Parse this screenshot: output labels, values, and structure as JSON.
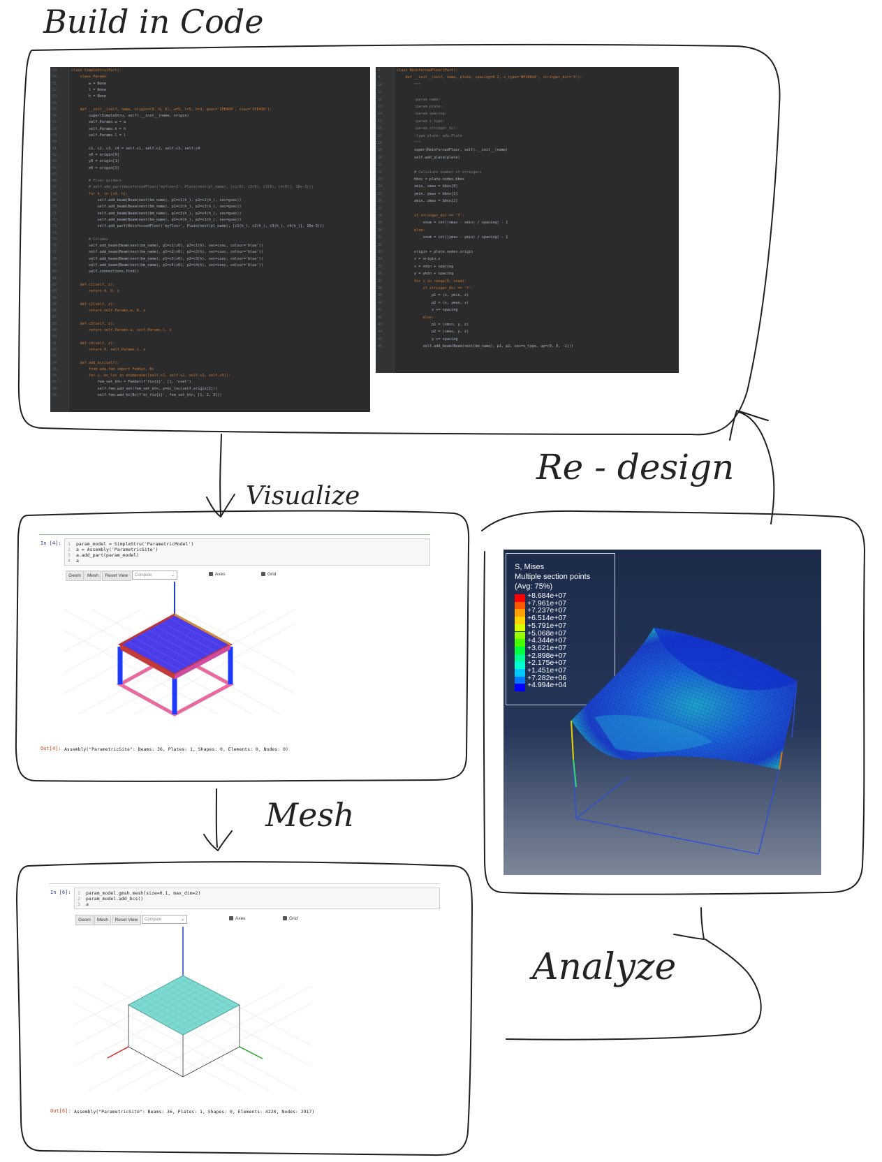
{
  "labels": {
    "build": "Build in Code",
    "visualize": "Visualize",
    "mesh": "Mesh",
    "analyze": "Analyze",
    "redesign": "Re - design"
  },
  "code_left": {
    "line_numbers": [
      "19",
      "50",
      "51",
      "52",
      "53",
      "54",
      "55",
      "56",
      "57",
      "58",
      "59",
      "60",
      "61",
      "62",
      "63",
      "64",
      "65",
      "66",
      "67",
      "68",
      "69",
      "70",
      "71",
      "72",
      "73",
      "74",
      "75",
      "76",
      "77",
      "78",
      "79",
      "80",
      "81",
      "82",
      "83",
      "84",
      "85",
      "86",
      "87",
      "88",
      "89",
      "90",
      "91",
      "92",
      "93",
      "94",
      "95",
      "96",
      "97",
      "98",
      "99"
    ],
    "lines": [
      "class SimpleStru(Part):",
      "    class Params:",
      "        w = None",
      "        l = None",
      "        h = None",
      "",
      "    def __init__(self, name, origin=(0, 0, 0), w=5, l=5, h=3, gsec='IPE400', csec='IPE400'):",
      "        super(SimpleStru, self).__init__(name, origin)",
      "        self.Params.w = w",
      "        self.Params.h = h",
      "        self.Params.l = l",
      "",
      "        c1, c2, c3, c4 = self.c1, self.c2, self.c3, self.c4",
      "        x0 = origin[0]",
      "        y0 = origin[1]",
      "        z0 = origin[2]",
      "",
      "        # Floor girders",
      "        # self.add_part(ReinforcedFloor('myfloor2', Plate(next(pl_name), [c1(0), c2(0), c3(0), c4(0)], 10e-3)))",
      "        for h_ in [z0, h]:",
      "            self.add_beam(Beam(next(bm_name), p1=c1(h_), p2=c2(h_), sec=gsec))",
      "            self.add_beam(Beam(next(bm_name), p1=c2(h_), p2=c3(h_), sec=gsec))",
      "            self.add_beam(Beam(next(bm_name), p1=c3(h_), p2=c4(h_), sec=gsec))",
      "            self.add_beam(Beam(next(bm_name), p1=c4(h_), p2=c1(h_), sec=gsec))",
      "            self.add_part(ReinforcedFloor('myfloor', Plate(next(pl_name), [c1(h_), c2(h_), c3(h_), c4(h_)], 10e-3)))",
      "",
      "        # Columns",
      "        self.add_beam(Beam(next(bm_name), p1=c1(z0), p2=c1(h), sec=csec, colour='blue'))",
      "        self.add_beam(Beam(next(bm_name), p1=c2(z0), p2=c2(h), sec=csec, colour='blue'))",
      "        self.add_beam(Beam(next(bm_name), p1=c3(z0), p2=c3(h), sec=csec, colour='blue'))",
      "        self.add_beam(Beam(next(bm_name), p1=c4(z0), p2=c4(h), sec=csec, colour='blue'))",
      "        self.connections.find()",
      "",
      "    def c1(self, z):",
      "        return 0, 0, z",
      "",
      "    def c2(self, z):",
      "        return self.Params.w, 0, z",
      "",
      "    def c3(self, z):",
      "        return self.Params.w, self.Params.l, z",
      "",
      "    def c4(self, z):",
      "        return 0, self.Params.l, z",
      "",
      "    def add_bcs(self):",
      "        from ada.fem import FemSet, Bc",
      "        for i, bc_loc in enumerate([self.c1, self.c2, self.c3, self.c4]):",
      "            fem_set_btn = FemSet(f'fix{i}', [], 'nset')",
      "            self.fem.add_set(fem_set_btn, p=bc_loc(self.origin[2]))",
      "            self.fem.add_bc(Bc(f'bc_fix{i}', fem_set_btn, [1, 2, 3]))"
    ]
  },
  "code_right": {
    "line_numbers": [
      "8",
      "9",
      "10",
      "11",
      "12",
      "13",
      "14",
      "15",
      "16",
      "17",
      "18",
      "19",
      "20",
      "21",
      "22",
      "23",
      "24",
      "25",
      "26",
      "27",
      "28",
      "29",
      "30",
      "31",
      "32",
      "33",
      "34",
      "35",
      "36",
      "37",
      "38",
      "39",
      "40",
      "41",
      "42",
      "43",
      "44",
      "45",
      "46"
    ],
    "lines": [
      "class ReinforcedFloor(Part):",
      "    def __init__(self, name, plate, spacing=0.2, s_type='HP160x8', stringer_dir='X'):",
      "        \"\"\"",
      "",
      "        :param name:",
      "        :param plate:",
      "        :param spacing:",
      "        :param s_type:",
      "        :param stringer_dir:",
      "        :type plate: ada.Plate",
      "        \"\"\"",
      "        super(ReinforcedFloor, self).__init__(name)",
      "        self.add_plate(plate)",
      "",
      "        # Calculate number of stringers",
      "        bbox = plate.nodes.bbox",
      "        xmin, xmax = bbox[0]",
      "        ymin, ymax = bbox[1]",
      "        zmin, zmax = bbox[2]",
      "",
      "        if stringer_dir == 'Y':",
      "            snum = int((xmax - xmin) / spacing) - 1",
      "        else:",
      "            snum = int((ymax - ymin) / spacing) - 1",
      "",
      "        origin = plate.nodes.origin",
      "        z = origin.z",
      "        x = xmin + spacing",
      "        y = ymin + spacing",
      "        for i in range(0, snum):",
      "            if stringer_dir == 'Y':",
      "                p1 = (x, ymin, z)",
      "                p2 = (x, ymax, z)",
      "                x += spacing",
      "            else:",
      "                p1 = (xmin, y, z)",
      "                p2 = (xmax, y, z)",
      "                y += spacing",
      "            self.add_beam(Beam(next(bm_name), p1, p2, sec=s_type, up=(0, 0, -1)))"
    ]
  },
  "notebook1": {
    "in_prompt": "In [4]:",
    "lines": [
      {
        "n": "1",
        "text": "param_model = SimpleStru('ParametricModel')"
      },
      {
        "n": "2",
        "text": "a = Assembly('ParametricSite')"
      },
      {
        "n": "3",
        "text": "a.add_part(param_model)"
      },
      {
        "n": "4",
        "text": "a"
      }
    ],
    "buttons": [
      "Geom",
      "Mesh",
      "Reset View"
    ],
    "select_value": "Compute",
    "checkbox_axes": "Axes",
    "checkbox_grid": "Grid",
    "out_prompt": "Out[4]:",
    "out_text": "Assembly(\"ParametricSite\": Beams: 36, Plates: 1, Shapes: 0, Elements: 0, Nodes: 0)"
  },
  "notebook2": {
    "in_prompt": "In [6]:",
    "lines": [
      {
        "n": "1",
        "text": "param_model.gmsh.mesh(size=0.1, max_dim=2)"
      },
      {
        "n": "2",
        "text": "param_model.add_bcs()"
      },
      {
        "n": "3",
        "text": "a"
      }
    ],
    "buttons": [
      "Geom",
      "Mesh",
      "Reset View"
    ],
    "select_value": "Compute",
    "checkbox_axes": "Axes",
    "checkbox_grid": "Grid",
    "out_prompt": "Out[6]:",
    "out_text": "Assembly(\"ParametricSite\": Beams: 36, Plates: 1, Shapes: 0, Elements: 4220, Nodes: 2917)"
  },
  "fea": {
    "legend_title": [
      "S, Mises",
      "Multiple section points",
      "(Avg: 75%)"
    ],
    "legend_values": [
      "+8.684e+07",
      "+7.961e+07",
      "+7.237e+07",
      "+6.514e+07",
      "+5.791e+07",
      "+5.068e+07",
      "+4.344e+07",
      "+3.621e+07",
      "+2.898e+07",
      "+2.175e+07",
      "+1.451e+07",
      "+7.282e+06",
      "+4.994e+04"
    ],
    "legend_colors": [
      "#ff0000",
      "#ff5a00",
      "#ffa000",
      "#ffd200",
      "#d7ff00",
      "#98ff00",
      "#46ff00",
      "#00ff3c",
      "#00ff91",
      "#00ffd2",
      "#00c8ff",
      "#0078ff",
      "#0000ff"
    ],
    "background_top": "#1d2b4a",
    "background_bottom": "#7d8799"
  }
}
